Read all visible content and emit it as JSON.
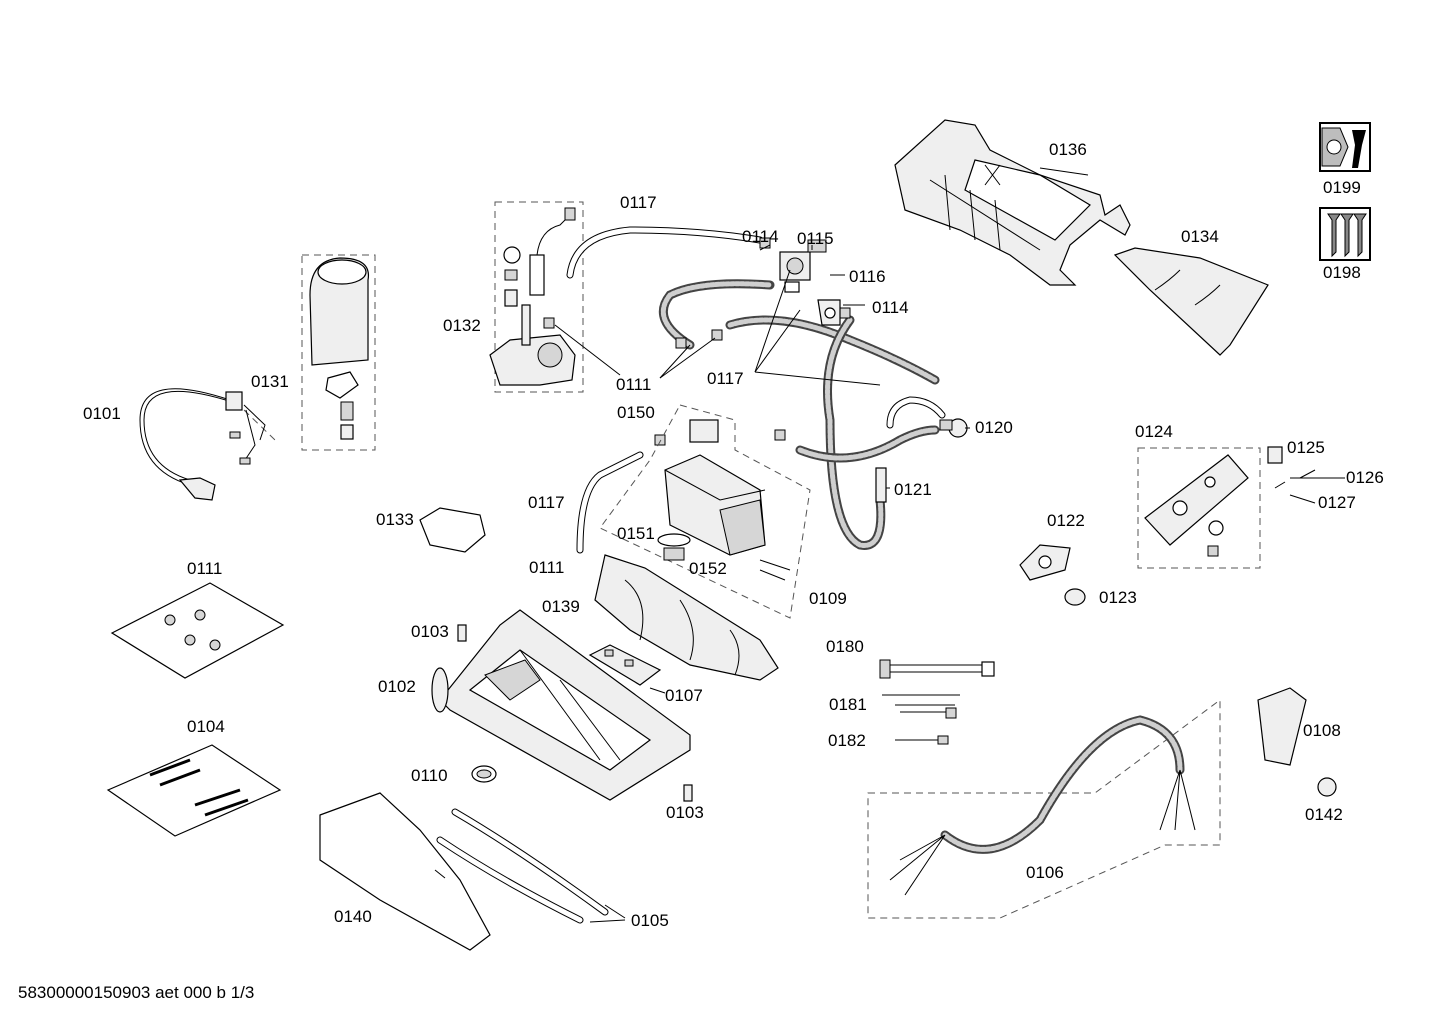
{
  "labels": {
    "p0101": "0101",
    "p0102": "0102",
    "p0103a": "0103",
    "p0103b": "0103",
    "p0104": "0104",
    "p0105": "0105",
    "p0106": "0106",
    "p0107": "0107",
    "p0108": "0108",
    "p0109": "0109",
    "p0110": "0110",
    "p0111a": "0111",
    "p0111b": "0111",
    "p0111c": "0111",
    "p0114a": "0114",
    "p0114b": "0114",
    "p0115": "0115",
    "p0116": "0116",
    "p0117a": "0117",
    "p0117b": "0117",
    "p0117c": "0117",
    "p0120": "0120",
    "p0121": "0121",
    "p0122": "0122",
    "p0123": "0123",
    "p0124": "0124",
    "p0125": "0125",
    "p0126": "0126",
    "p0127": "0127",
    "p0131": "0131",
    "p0132": "0132",
    "p0133": "0133",
    "p0134": "0134",
    "p0136": "0136",
    "p0139": "0139",
    "p0140": "0140",
    "p0142": "0142",
    "p0150": "0150",
    "p0151": "0151",
    "p0152": "0152",
    "p0180": "0180",
    "p0181": "0181",
    "p0182": "0182",
    "p0198": "0198",
    "p0199": "0199"
  },
  "footer": {
    "doc_id": "58300000150903 aet 000 b 1/3"
  },
  "icons": {
    "tool_icon": "wrench-nut-icon",
    "screws_icon": "screws-icon"
  }
}
